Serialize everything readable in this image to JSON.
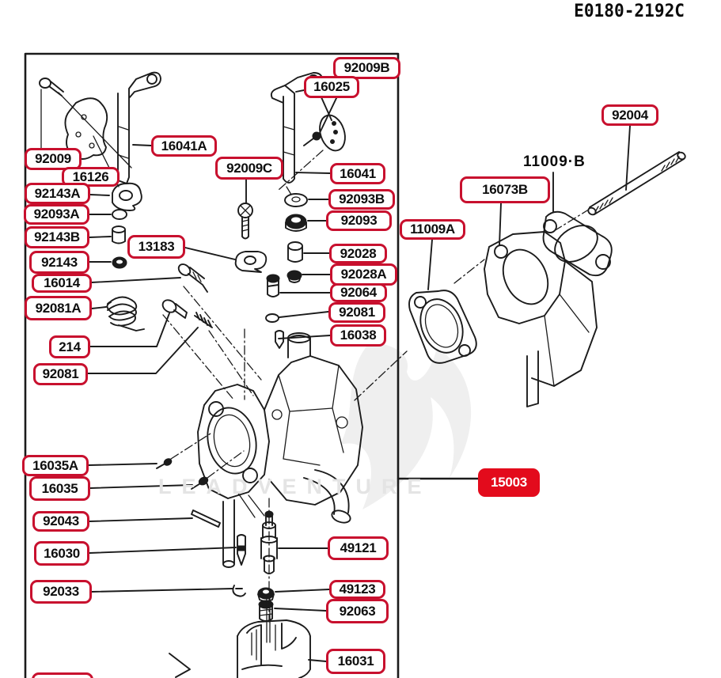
{
  "header": {
    "code": "E0180-2192C"
  },
  "diagram": {
    "group_heading": "11009·B",
    "watermark": "LEADVENTURE",
    "label_border_color": "#c8102e",
    "highlight_bg_color": "#e30b1c",
    "line_color": "#1b1b1b"
  },
  "parts": {
    "p92009B": "92009B",
    "p16025": "16025",
    "p92004": "92004",
    "p16041A": "16041A",
    "p92009C": "92009C",
    "p16041": "16041",
    "p92009": "92009",
    "p16126": "16126",
    "p16073B": "16073B",
    "p92143A": "92143A",
    "p92093B": "92093B",
    "p92093A": "92093A",
    "p92093": "92093",
    "p92143B": "92143B",
    "p13183": "13183",
    "p11009A": "11009A",
    "p92143": "92143",
    "p92028": "92028",
    "p92028A": "92028A",
    "p16014": "16014",
    "p92064": "92064",
    "p92081A": "92081A",
    "p92081_r": "92081",
    "p16038": "16038",
    "p214": "214",
    "p92081_l": "92081",
    "p16035A": "16035A",
    "p16035": "16035",
    "p92043": "92043",
    "p16030": "16030",
    "p49121": "49121",
    "p92033": "92033",
    "p49123": "49123",
    "p92063": "92063",
    "p16031": "16031",
    "p15003": "15003"
  }
}
